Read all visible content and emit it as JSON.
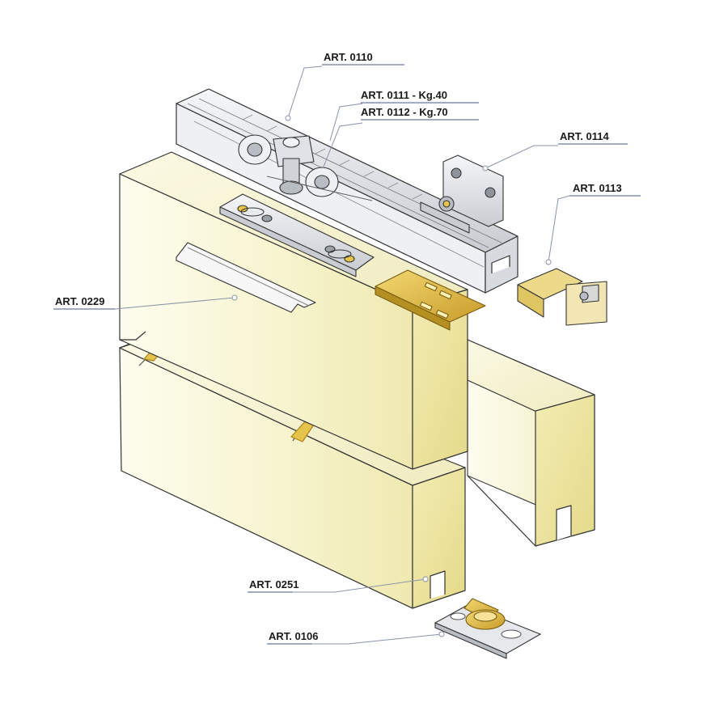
{
  "labels": {
    "art_0110": "ART. 0110",
    "art_0111": "ART. 0111 - Kg.40",
    "art_0112": "ART. 0112 - Kg.70",
    "art_0114": "ART. 0114",
    "art_0113": "ART. 0113",
    "art_0229": "ART. 0229",
    "art_0251": "ART. 0251",
    "art_0106": "ART. 0106"
  },
  "colors": {
    "panel_light": "#fbfbe2",
    "panel_face": "#f4f2c4",
    "panel_shadow": "#e8e2a0",
    "brass": "#e6c34a",
    "brass_dark": "#b58f22",
    "metal": "#e7e9ec",
    "metal_dark": "#9aa0a8",
    "outline": "#333333",
    "leader": "#8a93a8",
    "underline": "#4a5a8a"
  }
}
